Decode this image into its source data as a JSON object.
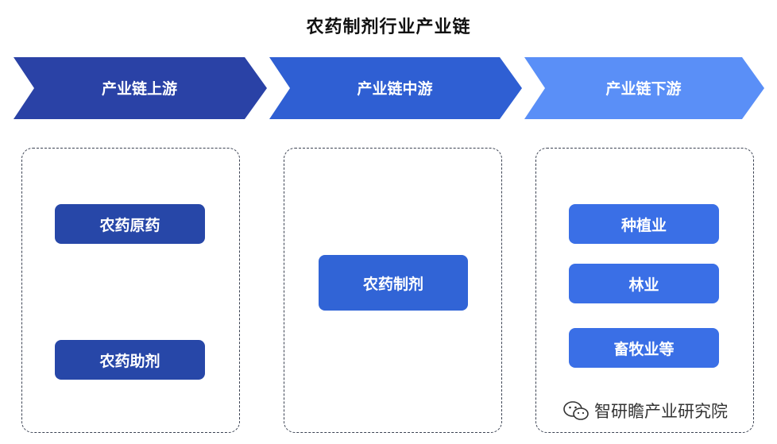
{
  "title": "农药制剂行业产业链",
  "stages": [
    {
      "label": "产业链上游",
      "color": "#2a42a6"
    },
    {
      "label": "产业链中游",
      "color": "#2f5fd3"
    },
    {
      "label": "产业链下游",
      "color": "#5a8ff7"
    }
  ],
  "upstream": [
    "农药原药",
    "农药助剂"
  ],
  "midstream": [
    "农药制剂"
  ],
  "downstream": [
    "种植业",
    "林业",
    "畜牧业等"
  ],
  "watermark": {
    "text": "智研瞻产业研究院",
    "icon": "wechat-icon"
  }
}
